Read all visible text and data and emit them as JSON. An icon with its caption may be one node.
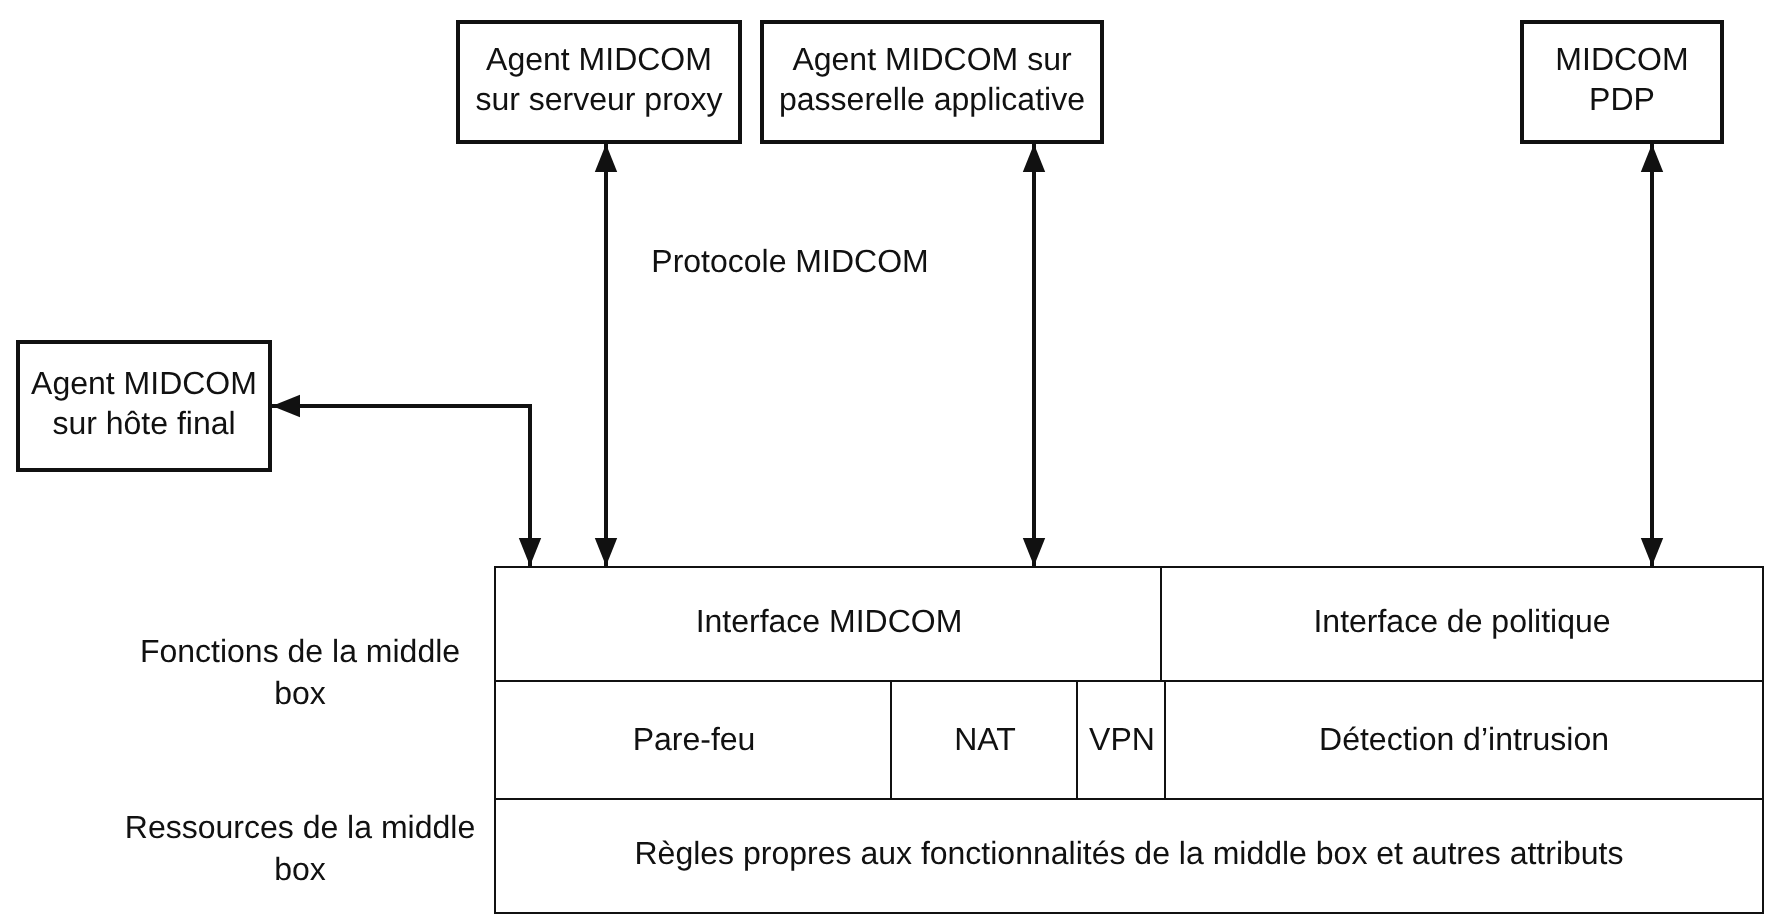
{
  "diagram": {
    "nodes": [
      {
        "text": [
          "Agent MIDCOM sur serveur proxy"
        ]
      },
      {
        "text": [
          "Agent MIDCOM sur passerelle applicative"
        ]
      },
      {
        "text": [
          "MIDCOM PDP"
        ]
      },
      {
        "text": [
          "Agent MIDCOM sur hôte final"
        ]
      },
      {
        "text": [
          "Interface MIDCOM"
        ]
      },
      {
        "text": [
          "Interface de politique"
        ]
      },
      {
        "text": [
          "Pare-feu"
        ]
      },
      {
        "text": [
          "NAT"
        ]
      },
      {
        "text": [
          "VPN"
        ]
      },
      {
        "text": [
          "Détection d’intrusion"
        ]
      },
      {
        "text": [
          "Règles propres aux fonctionnalités de la middle box et autres attributs"
        ]
      }
    ],
    "edges": [
      {
        "from": 0,
        "to": 4,
        "arrow": "both"
      },
      {
        "from": 1,
        "to": 4,
        "arrow": "both"
      },
      {
        "from": 2,
        "to": 5,
        "arrow": "both"
      },
      {
        "from": 3,
        "to": 4,
        "arrow": "both"
      }
    ],
    "labels": [
      "Protocole MIDCOM",
      "Fonctions de la middle box",
      "Ressources de la middle box"
    ]
  }
}
